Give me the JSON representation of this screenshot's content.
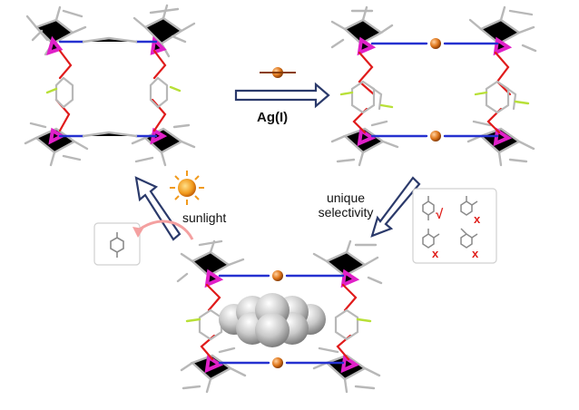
{
  "labels": {
    "silver": "Ag(I)",
    "sunlight": "sunlight",
    "selectivity_line1": "unique",
    "selectivity_line2": "selectivity"
  },
  "marks": {
    "yes": "√",
    "no1": "x",
    "no2": "x",
    "no3": "x"
  },
  "colors": {
    "metal": "#e020c8",
    "oxygen": "#e01b1b",
    "nitrogen": "#2531d0",
    "fluorine": "#b8e038",
    "silver": "#e0781c",
    "carbon": "#b8b8b8",
    "arrow_fill": "#ffffff",
    "arrow_stroke": "#2b3a6b",
    "panel_border": "#d0d0d0",
    "sun": "#f19a1d"
  },
  "icons": [
    "sun-icon",
    "silver-atom-icon",
    "curved-arrow-icon",
    "xylene-molecule-icon"
  ]
}
